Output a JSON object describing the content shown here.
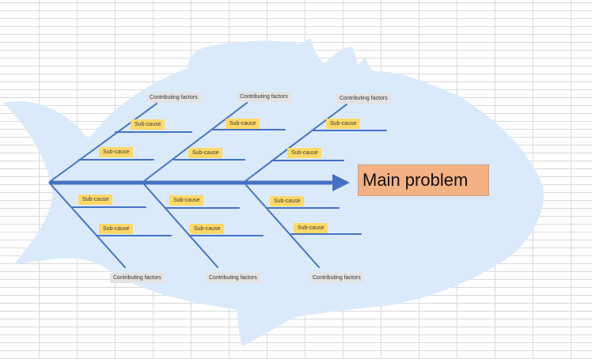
{
  "diagram": {
    "type": "fishbone",
    "main_problem": "Main problem",
    "contributing_factor_label": "Contributing factors",
    "sub_cause_label": "Sub-cause",
    "colors": {
      "fish_body": "#dbeafb",
      "bones": "#4472c4",
      "problem_box": "#f4b183",
      "sub_cause_box": "#ffd966",
      "factor_box": "#e3e3e3",
      "grid_lines": "#d9d9d9"
    }
  }
}
